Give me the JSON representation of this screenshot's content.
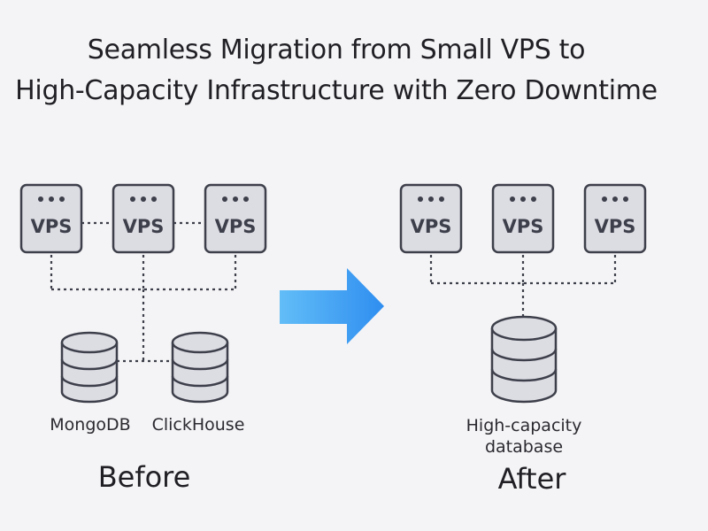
{
  "title": {
    "line1": "Seamless Migration from Small VPS to",
    "line2": "High-Capacity Infrastructure with Zero Downtime"
  },
  "before": {
    "servers": [
      "VPS",
      "VPS",
      "VPS"
    ],
    "databases": [
      "MongoDB",
      "ClickHouse"
    ],
    "caption": "Before"
  },
  "after": {
    "servers": [
      "VPS",
      "VPS",
      "VPS"
    ],
    "database_line1": "High-capacity",
    "database_line2": "database",
    "caption": "After"
  },
  "colors": {
    "server_fill": "#dcdce3",
    "stroke": "#3d3f4a",
    "connector": "#3d3f4a",
    "arrow_start": "#62bdf7",
    "arrow_end": "#2f8ef0"
  }
}
